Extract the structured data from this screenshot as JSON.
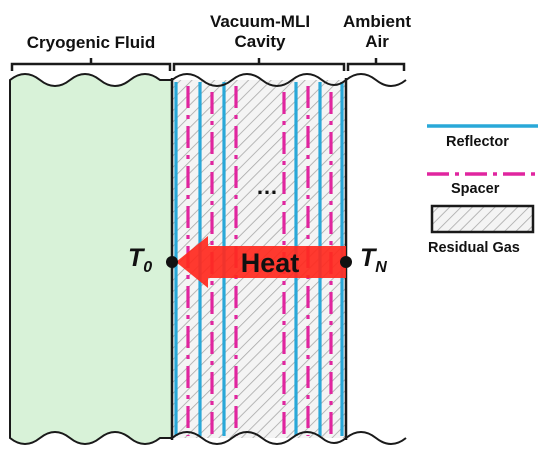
{
  "regions": {
    "cryogenic": "Cryogenic Fluid",
    "cavity_line1": "Vacuum-MLI",
    "cavity_line2": "Cavity",
    "ambient_line1": "Ambient",
    "ambient_line2": "Air"
  },
  "legend": {
    "reflector": "Reflector",
    "spacer": "Spacer",
    "residual_gas": "Residual Gas"
  },
  "arrow_label": "Heat",
  "ellipsis": "…",
  "temperatures": {
    "left": "T",
    "left_sub": "0",
    "right": "T",
    "right_sub": "N"
  },
  "colors": {
    "cryogenic_fill": "#d8f2d8",
    "reflector": "#29a8d8",
    "spacer": "#e0259f",
    "arrow": "#ff2a1f",
    "hatch": "#9a9a9a"
  }
}
